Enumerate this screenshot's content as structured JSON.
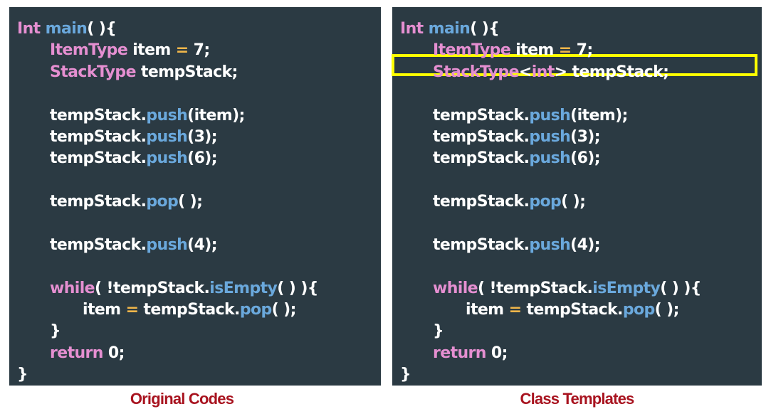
{
  "colors": {
    "panel_background": "#2b3a43",
    "plain_text": "#ffffff",
    "type_keyword": "#e58fd1",
    "function_call": "#6aa8dc",
    "operator": "#f0b64a",
    "highlight_border": "#ffff00",
    "caption_text": "#a8131f"
  },
  "panels": [
    {
      "caption": "Original Codes",
      "lines": [
        {
          "indent": 0,
          "tokens": [
            {
              "t": "Int ",
              "c": "type"
            },
            {
              "t": "main",
              "c": "func"
            },
            {
              "t": "( ){",
              "c": "plain"
            }
          ]
        },
        {
          "indent": 1,
          "tokens": [
            {
              "t": "ItemType",
              "c": "type"
            },
            {
              "t": " item ",
              "c": "plain"
            },
            {
              "t": "=",
              "c": "op"
            },
            {
              "t": " 7;",
              "c": "plain"
            }
          ]
        },
        {
          "indent": 1,
          "tokens": [
            {
              "t": "StackType",
              "c": "type"
            },
            {
              "t": " tempStack;",
              "c": "plain"
            }
          ]
        },
        {
          "indent": 0,
          "tokens": []
        },
        {
          "indent": 1,
          "tokens": [
            {
              "t": "tempStack.",
              "c": "plain"
            },
            {
              "t": "push",
              "c": "func"
            },
            {
              "t": "(item);",
              "c": "plain"
            }
          ]
        },
        {
          "indent": 1,
          "tokens": [
            {
              "t": "tempStack.",
              "c": "plain"
            },
            {
              "t": "push",
              "c": "func"
            },
            {
              "t": "(3);",
              "c": "plain"
            }
          ]
        },
        {
          "indent": 1,
          "tokens": [
            {
              "t": "tempStack.",
              "c": "plain"
            },
            {
              "t": "push",
              "c": "func"
            },
            {
              "t": "(6);",
              "c": "plain"
            }
          ]
        },
        {
          "indent": 0,
          "tokens": []
        },
        {
          "indent": 1,
          "tokens": [
            {
              "t": "tempStack.",
              "c": "plain"
            },
            {
              "t": "pop",
              "c": "func"
            },
            {
              "t": "( );",
              "c": "plain"
            }
          ]
        },
        {
          "indent": 0,
          "tokens": []
        },
        {
          "indent": 1,
          "tokens": [
            {
              "t": "tempStack.",
              "c": "plain"
            },
            {
              "t": "push",
              "c": "func"
            },
            {
              "t": "(4);",
              "c": "plain"
            }
          ]
        },
        {
          "indent": 0,
          "tokens": []
        },
        {
          "indent": 1,
          "tokens": [
            {
              "t": "while",
              "c": "type"
            },
            {
              "t": "( !tempStack.",
              "c": "plain"
            },
            {
              "t": "isEmpty",
              "c": "func"
            },
            {
              "t": "( ) ){",
              "c": "plain"
            }
          ]
        },
        {
          "indent": 2,
          "tokens": [
            {
              "t": "item ",
              "c": "plain"
            },
            {
              "t": "=",
              "c": "op"
            },
            {
              "t": " tempStack.",
              "c": "plain"
            },
            {
              "t": "pop",
              "c": "func"
            },
            {
              "t": "( );",
              "c": "plain"
            }
          ]
        },
        {
          "indent": 1,
          "tokens": [
            {
              "t": "}",
              "c": "plain"
            }
          ]
        },
        {
          "indent": 1,
          "tokens": [
            {
              "t": "return",
              "c": "type"
            },
            {
              "t": " 0;",
              "c": "plain"
            }
          ]
        },
        {
          "indent": 0,
          "tokens": [
            {
              "t": "}",
              "c": "plain"
            }
          ]
        }
      ]
    },
    {
      "caption": "Class Templates",
      "highlight_line": 2,
      "lines": [
        {
          "indent": 0,
          "tokens": [
            {
              "t": "Int ",
              "c": "type"
            },
            {
              "t": "main",
              "c": "func"
            },
            {
              "t": "( ){",
              "c": "plain"
            }
          ]
        },
        {
          "indent": 1,
          "tokens": [
            {
              "t": "ItemType",
              "c": "type"
            },
            {
              "t": " item ",
              "c": "plain"
            },
            {
              "t": "=",
              "c": "op"
            },
            {
              "t": " 7;",
              "c": "plain"
            }
          ]
        },
        {
          "indent": 1,
          "tokens": [
            {
              "t": "StackType",
              "c": "type"
            },
            {
              "t": "<",
              "c": "plain"
            },
            {
              "t": "int",
              "c": "type"
            },
            {
              "t": "> tempStack;",
              "c": "plain"
            }
          ]
        },
        {
          "indent": 0,
          "tokens": []
        },
        {
          "indent": 1,
          "tokens": [
            {
              "t": "tempStack.",
              "c": "plain"
            },
            {
              "t": "push",
              "c": "func"
            },
            {
              "t": "(item);",
              "c": "plain"
            }
          ]
        },
        {
          "indent": 1,
          "tokens": [
            {
              "t": "tempStack.",
              "c": "plain"
            },
            {
              "t": "push",
              "c": "func"
            },
            {
              "t": "(3);",
              "c": "plain"
            }
          ]
        },
        {
          "indent": 1,
          "tokens": [
            {
              "t": "tempStack.",
              "c": "plain"
            },
            {
              "t": "push",
              "c": "func"
            },
            {
              "t": "(6);",
              "c": "plain"
            }
          ]
        },
        {
          "indent": 0,
          "tokens": []
        },
        {
          "indent": 1,
          "tokens": [
            {
              "t": "tempStack.",
              "c": "plain"
            },
            {
              "t": "pop",
              "c": "func"
            },
            {
              "t": "( );",
              "c": "plain"
            }
          ]
        },
        {
          "indent": 0,
          "tokens": []
        },
        {
          "indent": 1,
          "tokens": [
            {
              "t": "tempStack.",
              "c": "plain"
            },
            {
              "t": "push",
              "c": "func"
            },
            {
              "t": "(4);",
              "c": "plain"
            }
          ]
        },
        {
          "indent": 0,
          "tokens": []
        },
        {
          "indent": 1,
          "tokens": [
            {
              "t": "while",
              "c": "type"
            },
            {
              "t": "( !tempStack.",
              "c": "plain"
            },
            {
              "t": "isEmpty",
              "c": "func"
            },
            {
              "t": "( ) ){",
              "c": "plain"
            }
          ]
        },
        {
          "indent": 2,
          "tokens": [
            {
              "t": "item ",
              "c": "plain"
            },
            {
              "t": "=",
              "c": "op"
            },
            {
              "t": " tempStack.",
              "c": "plain"
            },
            {
              "t": "pop",
              "c": "func"
            },
            {
              "t": "( );",
              "c": "plain"
            }
          ]
        },
        {
          "indent": 1,
          "tokens": [
            {
              "t": "}",
              "c": "plain"
            }
          ]
        },
        {
          "indent": 1,
          "tokens": [
            {
              "t": "return",
              "c": "type"
            },
            {
              "t": " 0;",
              "c": "plain"
            }
          ]
        },
        {
          "indent": 0,
          "tokens": [
            {
              "t": "}",
              "c": "plain"
            }
          ]
        }
      ]
    }
  ]
}
